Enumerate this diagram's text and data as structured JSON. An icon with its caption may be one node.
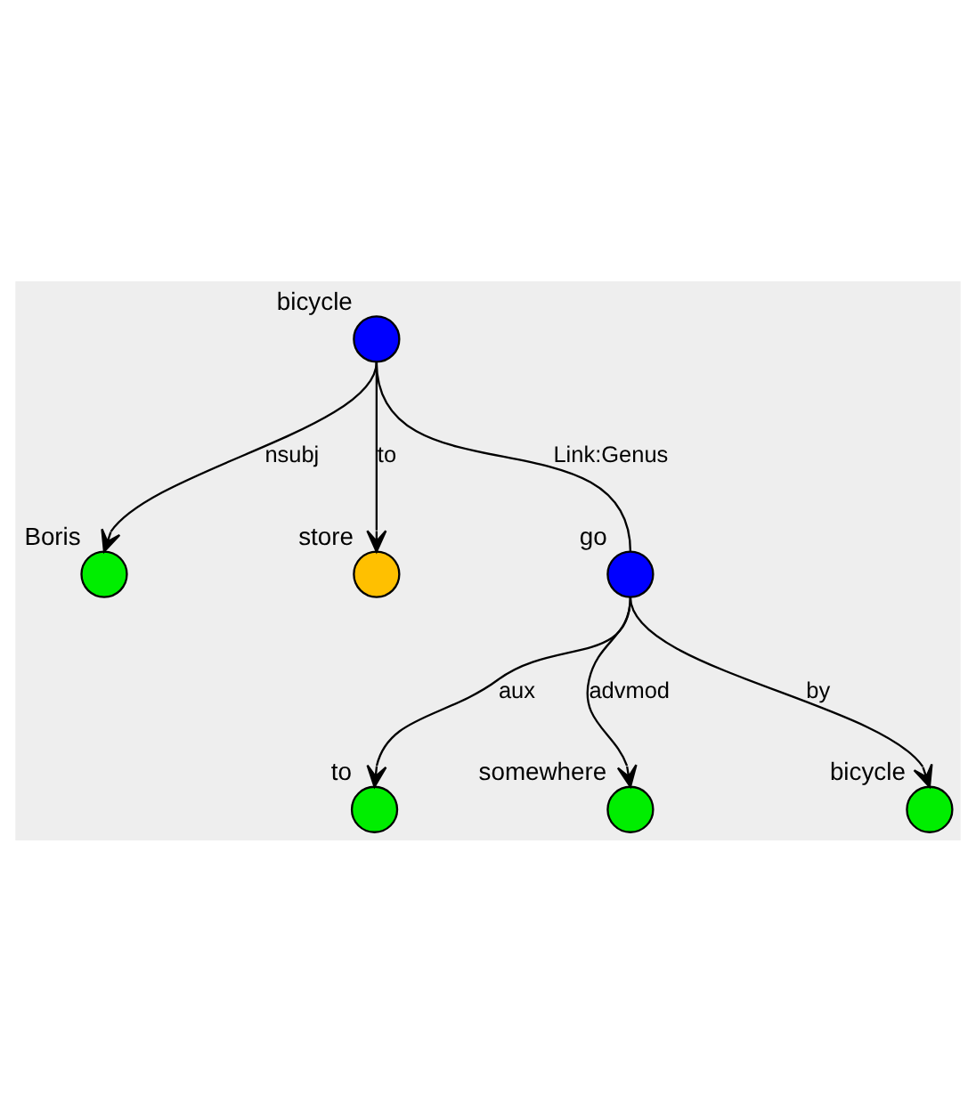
{
  "diagram": {
    "nodes": [
      {
        "text": [],
        "shape": "circle",
        "beside": [
          "bicycle"
        ]
      },
      {
        "text": [],
        "shape": "circle",
        "beside": [
          "Boris"
        ]
      },
      {
        "text": [],
        "shape": "circle",
        "beside": [
          "store"
        ]
      },
      {
        "text": [],
        "shape": "circle",
        "beside": [
          "go"
        ]
      },
      {
        "text": [],
        "shape": "circle",
        "beside": [
          "to"
        ]
      },
      {
        "text": [],
        "shape": "circle",
        "beside": [
          "somewhere"
        ]
      },
      {
        "text": [],
        "shape": "circle",
        "beside": [
          "bicycle"
        ]
      }
    ],
    "edges": [
      {
        "from": 0,
        "to": 1,
        "arrow": "to",
        "label": "nsubj"
      },
      {
        "from": 0,
        "to": 2,
        "arrow": "to",
        "label": "to"
      },
      {
        "from": 0,
        "to": 3,
        "arrow": "none",
        "label": "Link:Genus"
      },
      {
        "from": 3,
        "to": 4,
        "arrow": "to",
        "label": "aux"
      },
      {
        "from": 3,
        "to": 5,
        "arrow": "to",
        "label": "advmod"
      },
      {
        "from": 3,
        "to": 6,
        "arrow": "to",
        "label": "by"
      }
    ]
  }
}
